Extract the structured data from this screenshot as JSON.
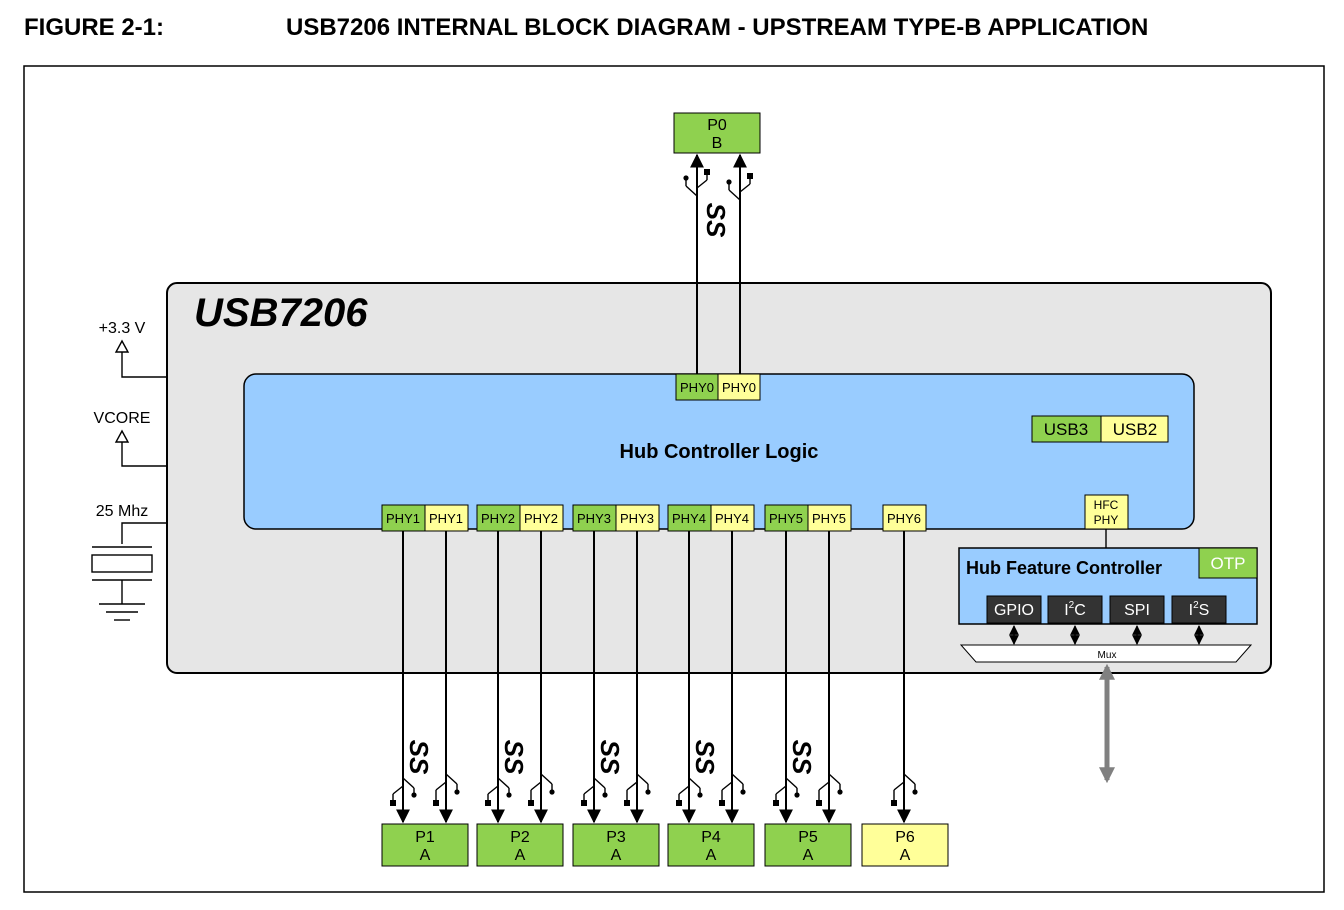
{
  "figure": {
    "number": "FIGURE 2-1:",
    "caption": "USB7206 INTERNAL BLOCK DIAGRAM - UPSTREAM TYPE-B APPLICATION"
  },
  "chip": {
    "name": "USB7206"
  },
  "power": {
    "v33": "+3.3 V",
    "vcore": "VCORE",
    "clock": "25 Mhz"
  },
  "upstream": {
    "port": "P0",
    "type": "B",
    "phy_usb3": "PHY0",
    "phy_usb2": "PHY0"
  },
  "hub_logic": {
    "title": "Hub Controller Logic",
    "legend_usb3": "USB3",
    "legend_usb2": "USB2",
    "hfc_phy_line1": "HFC",
    "hfc_phy_line2": "PHY"
  },
  "ss_label": "SS",
  "downstream": [
    {
      "port": "P1",
      "type": "A",
      "phy_usb3": "PHY1",
      "phy_usb2": "PHY1"
    },
    {
      "port": "P2",
      "type": "A",
      "phy_usb3": "PHY2",
      "phy_usb2": "PHY2"
    },
    {
      "port": "P3",
      "type": "A",
      "phy_usb3": "PHY3",
      "phy_usb2": "PHY3"
    },
    {
      "port": "P4",
      "type": "A",
      "phy_usb3": "PHY4",
      "phy_usb2": "PHY4"
    },
    {
      "port": "P5",
      "type": "A",
      "phy_usb3": "PHY5",
      "phy_usb2": "PHY5"
    },
    {
      "port": "P6",
      "type": "A",
      "phy_usb2": "PHY6"
    }
  ],
  "hfc": {
    "title": "Hub Feature Controller",
    "otp": "OTP",
    "gpio": "GPIO",
    "i2c_main": "I",
    "i2c_sup": "2",
    "i2c_tail": "C",
    "spi": "SPI",
    "i2s_main": "I",
    "i2s_sup": "2",
    "i2s_tail": "S",
    "mux": "Mux"
  },
  "colors": {
    "usb3": "#8fd14f",
    "usb2": "#ffff99",
    "hub_logic": "#99ccff",
    "chip": "#e6e6e6",
    "interface_block": "#333333",
    "arrow": "#808080"
  }
}
